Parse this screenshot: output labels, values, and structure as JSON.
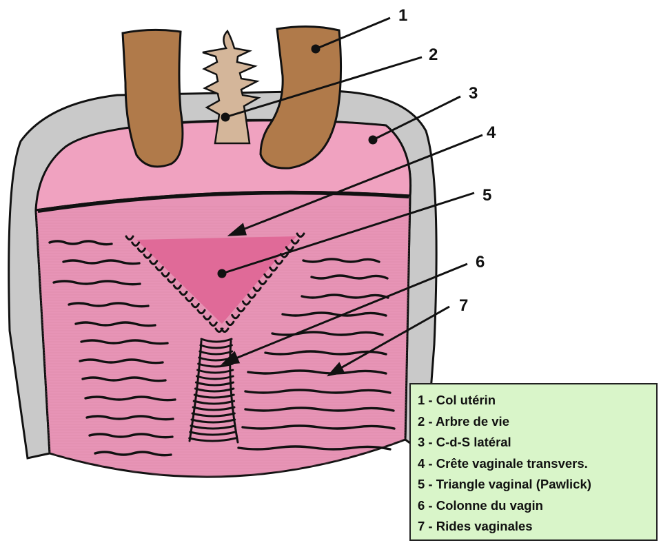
{
  "callouts": [
    "1",
    "2",
    "3",
    "4",
    "5",
    "6",
    "7"
  ],
  "legend": [
    "1 - Col utérin",
    "2 - Arbre de vie",
    "3 - C-d-S latéral",
    "4 - Crête vaginale transvers.",
    "5 - Triangle vaginal (Pawlick)",
    "6 - Colonne du vagin",
    "7 - Rides vaginales"
  ],
  "colors": {
    "cervix": "#b07a4a",
    "arbor_vitae": "#d4b69a",
    "fornix": "#f0a2c0",
    "vaginal_wall": "#e794b6",
    "triangle": "#e06a98",
    "outer_wall": "#c9c9c9",
    "legend_bg": "#d9f5c9"
  }
}
